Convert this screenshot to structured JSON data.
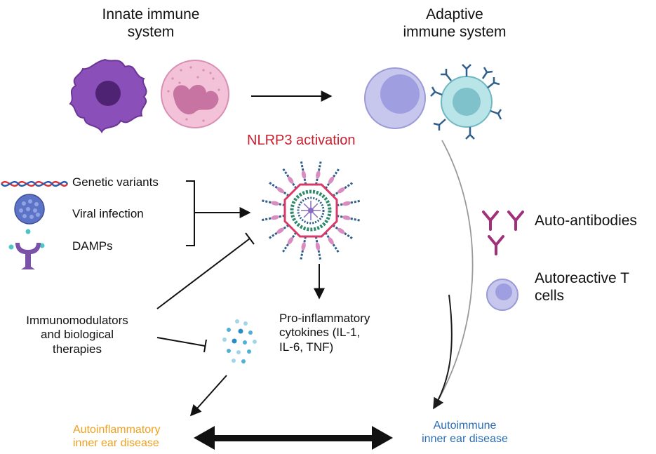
{
  "header": {
    "innate_line1": "Innate immune",
    "innate_line2": "system",
    "adaptive_line1": "Adaptive",
    "adaptive_line2": "immune system"
  },
  "center": {
    "nlrp3": "NLRP3 activation",
    "cytokines_line1": "Pro-inflammatory",
    "cytokines_line2": "cytokines (IL-1,",
    "cytokines_line3": "IL-6, TNF)"
  },
  "triggers": {
    "genetic": "Genetic variants",
    "viral": "Viral infection",
    "damps": "DAMPs"
  },
  "therapy": {
    "line1": "Immunomodulators",
    "line2": "and biological",
    "line3": "therapies"
  },
  "legend": {
    "antibodies": "Auto-antibodies",
    "tcells_line1": "Autoreactive T",
    "tcells_line2": "cells"
  },
  "outcomes": {
    "autoinflammatory_line1": "Autoinflammatory",
    "autoinflammatory_line2": "inner ear disease",
    "autoimmune_line1": "Autoimmune",
    "autoimmune_line2": "inner ear disease"
  },
  "colors": {
    "macrophage": "#8a4fb8",
    "neutrophil": "#f4c2d8",
    "bcell": "#b8b8e8",
    "tcell": "#9fd6dc",
    "nlrp3_text": "#c8202f",
    "autoinflammatory": "#f0a020",
    "autoimmune": "#2a6db3",
    "antibody": "#a0307a"
  }
}
